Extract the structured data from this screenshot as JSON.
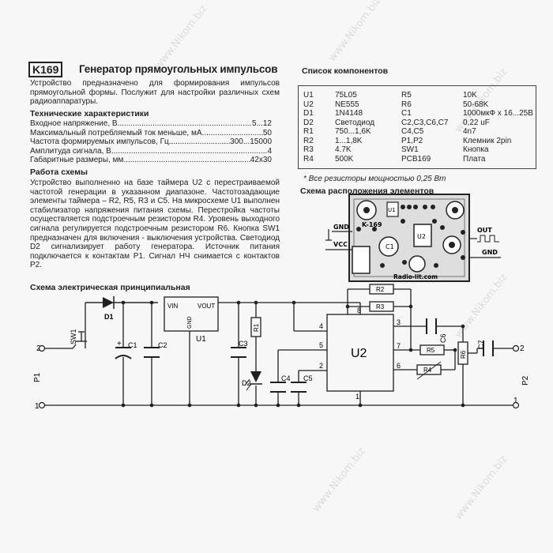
{
  "header": {
    "code": "K169",
    "title": "Генератор прямоугольных импульсов"
  },
  "intro": "Устройство предназначено для формирования импульсов прямоугольной формы. Послужит для настройки различных схем радиоаппаратуры.",
  "specs": {
    "heading": "Технические характеристики",
    "rows": [
      {
        "label": "Входное напряжение, В",
        "value": "5...12"
      },
      {
        "label": "Максимальный потребляемый ток меньше, мА",
        "value": "50"
      },
      {
        "label": "Частота формируемых импульсов, Гц",
        "value": "300...15000"
      },
      {
        "label": "Амплитуда сигнала, В",
        "value": "4"
      },
      {
        "label": "Габаритные размеры, мм",
        "value": "42x30"
      }
    ]
  },
  "operation": {
    "heading": "Работа схемы",
    "text": "Устройство выполненно на базе таймера U2 с перестраиваемой частотой генерации в указанном диапазоне. Частотозадающие элементы таймера – R2, R5, R3 и C5. На микросхеме U1 выполнен стабилизатор напряжения питания схемы. Перестройка частоты осуществляется подстроечным резистором R4. Уровень выходного сигнала регулируется подстроечным резистором R6. Кнопка SW1 предназначен для включения - выключения устройства. Светодиод D2 сигнализирует работу генератора. Источник питания подключается к контактам P1. Сигнал НЧ снимается с контактов P2."
  },
  "components": {
    "heading": "Список компонентов",
    "left": [
      {
        "ref": "U1",
        "value": "75L05"
      },
      {
        "ref": "U2",
        "value": "NE555"
      },
      {
        "ref": "D1",
        "value": "1N4148"
      },
      {
        "ref": "D2",
        "value": "Светодиод"
      },
      {
        "ref": "R1",
        "value": "750...1,6K"
      },
      {
        "ref": "R2",
        "value": "1...1,8K"
      },
      {
        "ref": "R3",
        "value": "4.7K"
      },
      {
        "ref": "R4",
        "value": "500K"
      }
    ],
    "right": [
      {
        "ref": "R5",
        "value": "10K"
      },
      {
        "ref": "R6",
        "value": "50-68K"
      },
      {
        "ref": "C1",
        "value": "1000мкФ x 16...25В"
      },
      {
        "ref": "C2,C3,C6,C7",
        "value": "0,22 uF"
      },
      {
        "ref": "C4,C5",
        "value": "4n7"
      },
      {
        "ref": "P1,P2",
        "value": "Клемник 2pin"
      },
      {
        "ref": "SW1",
        "value": "Кнопка"
      },
      {
        "ref": "PCB169",
        "value": "Плата"
      }
    ],
    "note": "* Все резисторы мощностью 0,25 Вт"
  },
  "board": {
    "heading": "Схема расположения элементов",
    "gnd_in": "GND",
    "vcc": "VCC",
    "out": "OUT",
    "gnd_out": "GND",
    "silk_label": "K-169",
    "url": "Radio-lit.com"
  },
  "schematic": {
    "heading": "Схема электрическая принципиальная",
    "labels": {
      "d1": "D1",
      "sw1": "SW1",
      "c1": "C1",
      "c2": "C2",
      "u1": "U1",
      "vin": "VIN",
      "vout": "VOUT",
      "gnd": "GND",
      "r1": "R1",
      "c3": "C3",
      "d2": "D2",
      "c4": "C4",
      "c5": "C5",
      "u2": "U2",
      "r2": "R2",
      "r3": "R3",
      "r4": "R4",
      "r5": "R5",
      "r6": "R6",
      "c6": "C6",
      "c7": "C7",
      "p1": "P1",
      "p2": "P2",
      "plus": "+",
      "pin2_left": "2",
      "pin1_left": "1",
      "pin2_right": "2",
      "pin1_right": "1",
      "u2_p8": "8",
      "u2_p4": "4",
      "u2_p5": "5",
      "u2_p2": "2",
      "u2_p1": "1",
      "u2_p3": "3",
      "u2_p7": "7",
      "u2_p6": "6"
    }
  },
  "watermark": "www.Nikom.biz"
}
